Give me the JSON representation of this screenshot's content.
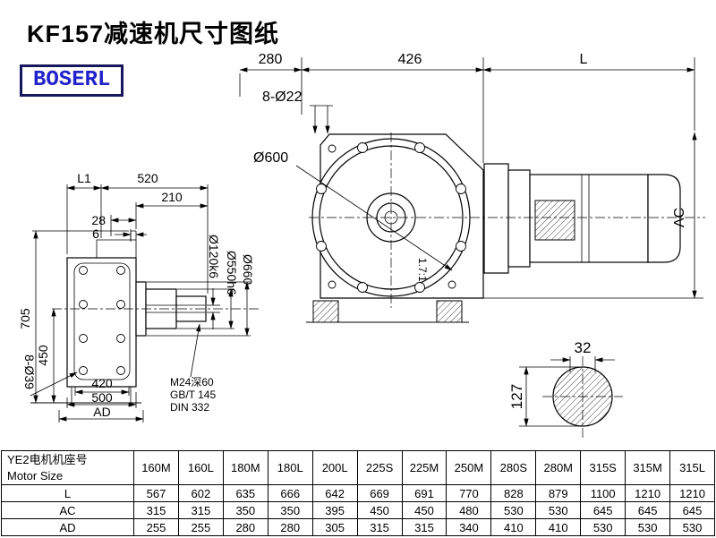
{
  "page": {
    "title": "KF157减速机尺寸图纸",
    "brand": "BOSERL"
  },
  "drawing": {
    "top_dims": {
      "d1": "280",
      "d2": "426",
      "d3": "L"
    },
    "front_view": {
      "bolt_holes": "8-Ø22",
      "flange_dia": "Ø600",
      "motor_height": "AC",
      "ratio": "1.7:1"
    },
    "side_view": {
      "l1": "L1",
      "w520": "520",
      "w210": "210",
      "w28": "28",
      "w6": "6",
      "h705": "705",
      "h450": "450",
      "holes": "8-Ø39",
      "w420": "420",
      "w500": "500",
      "wad": "AD",
      "shaft_dia": "Ø120k6",
      "pilot_dia": "Ø550h6",
      "flange_dia": "Ø660",
      "thread_note1": "M24深60",
      "thread_note2": "GB/T 145",
      "thread_note3": "DIN 332"
    },
    "shaft_section": {
      "key_width": "32",
      "dia": "127"
    }
  },
  "table": {
    "row_header_line1": "YE2电机机座号",
    "row_header_line2": "Motor Size",
    "columns": [
      "160M",
      "160L",
      "180M",
      "180L",
      "200L",
      "225S",
      "225M",
      "250M",
      "280S",
      "280M",
      "315S",
      "315M",
      "315L"
    ],
    "rows": [
      {
        "label": "L",
        "values": [
          567,
          602,
          635,
          666,
          642,
          669,
          691,
          770,
          828,
          879,
          1100,
          1210,
          1210
        ]
      },
      {
        "label": "AC",
        "values": [
          315,
          315,
          350,
          350,
          395,
          450,
          450,
          480,
          530,
          530,
          645,
          645,
          645
        ]
      },
      {
        "label": "AD",
        "values": [
          255,
          255,
          280,
          280,
          305,
          315,
          315,
          340,
          410,
          410,
          530,
          530,
          530
        ]
      }
    ]
  }
}
